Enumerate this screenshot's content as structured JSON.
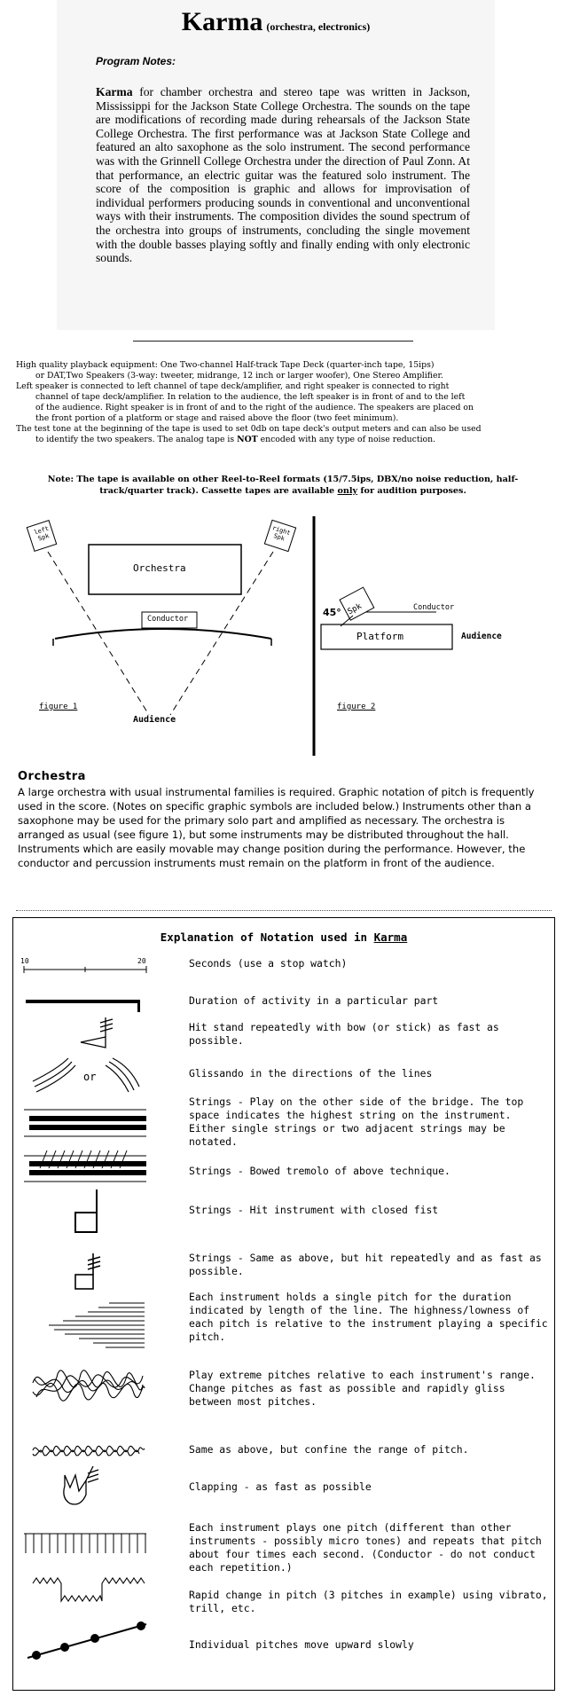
{
  "header": {
    "title": "Karma",
    "subtitle": "(orchestra, electronics)",
    "notes_label": "Program Notes:",
    "notes_lead": "Karma",
    "notes_body": " for chamber orchestra and stereo tape was written in Jackson, Mississippi for the Jackson State College Orchestra. The sounds on the tape are modifications of recording made during rehearsals of the Jackson State College Orchestra. The first performance was at Jackson State College and featured an alto saxophone as the solo instrument. The second performance was with the Grinnell College Orchestra under the direction of Paul Zonn. At that performance, an electric guitar was the featured solo instrument. The score of the composition is graphic and allows for improvisation of individual performers producing sounds in conventional and unconventional ways with their instruments. The composition divides the sound spectrum of the orchestra into groups of instruments, concluding the single movement with the double basses playing softly and finally ending with only electronic sounds."
  },
  "playback": {
    "p1": "High quality playback equipment: One Two-channel Half-track Tape Deck (quarter-inch tape, 15ips)",
    "p1b": "or DAT,Two Speakers (3-way: tweeter, midrange, 12 inch or larger woofer), One Stereo Amplifier.",
    "p2": "Left speaker is connected to left channel of tape deck/amplifier, and right speaker is connected to right",
    "p2b": "channel of tape deck/amplifier. In relation to the audience, the left speaker is in front of and to the left",
    "p2c": "of the audience. Right speaker is in front of and to the right of the audience. The speakers are placed on",
    "p2d": "the front portion of a platform or stage and raised above the floor (two feet minimum).",
    "p3": "The test tone at the beginning of the tape is used to set 0db on tape deck's output meters and can also be used",
    "p3b_pre": "to identify the two speakers. The analog tape is ",
    "p3b_bold": "NOT",
    "p3b_post": " encoded with any type of noise reduction.",
    "note_pre": "Note: The tape is available on other Reel-to-Reel formats (15/7.5ips, DBX/no noise reduction, half-track/quarter track). Cassette tapes are available ",
    "note_u": "only",
    "note_post": " for audition purposes."
  },
  "figures": {
    "fig1": {
      "left_speaker": "left",
      "left_speaker2": "Spk",
      "right_speaker": "right",
      "right_speaker2": "Spk",
      "orchestra": "Orchestra",
      "conductor": "Conductor",
      "audience": "Audience",
      "caption": "figure 1"
    },
    "fig2": {
      "speaker": "Spk",
      "angle": "45°",
      "conductor": "Conductor",
      "platform": "Platform",
      "audience": "Audience",
      "caption": "figure 2"
    }
  },
  "orchestra": {
    "heading": "Orchestra",
    "body": "A large orchestra with usual instrumental families is required.  Graphic notation of pitch is frequently used in the score.  (Notes on specific graphic symbols are included below.)  Instruments other than a saxophone may be used for the primary solo part and amplified as necessary.  The orchestra is arranged as usual (see figure 1), but some instruments may be distributed throughout the hall.  Instruments which are easily movable may change position during the performance.  However, the conductor and percussion instruments must remain on the platform in front of the audience."
  },
  "legend": {
    "title_pre": "Explanation of Notation used in ",
    "title_u": "Karma",
    "timeline_start": "10",
    "timeline_end": "20",
    "or_label": "or",
    "items": [
      "Seconds (use a stop watch)",
      "Duration of activity in a particular part",
      "Hit stand repeatedly with bow (or stick) as fast as possible.",
      "Glissando in the directions of the lines",
      "Strings - Play on the other side of the bridge. The top space indicates the highest string on the instrument.  Either single strings or two adjacent strings may be notated.",
      "Strings - Bowed tremolo of above technique.",
      "Strings - Hit instrument with closed fist",
      "Strings - Same as above, but hit repeatedly and as fast as possible.",
      "Each instrument holds a single pitch for the duration indicated by length of the line.  The highness/lowness of each pitch is relative to the instrument playing a specific pitch.",
      "Play extreme pitches relative to each instrument's range.  Change pitches as fast as possible and rapidly gliss between most pitches.",
      "Same as above, but confine the range of pitch.",
      "Clapping - as fast as possible",
      "Each instrument plays one pitch (different than other instruments - possibly micro tones) and repeats that pitch about four times each second.  (Conductor - do not conduct each repetition.)",
      "Rapid change in pitch (3 pitches in example) using vibrato, trill, etc.",
      "Individual pitches move upward slowly"
    ]
  }
}
